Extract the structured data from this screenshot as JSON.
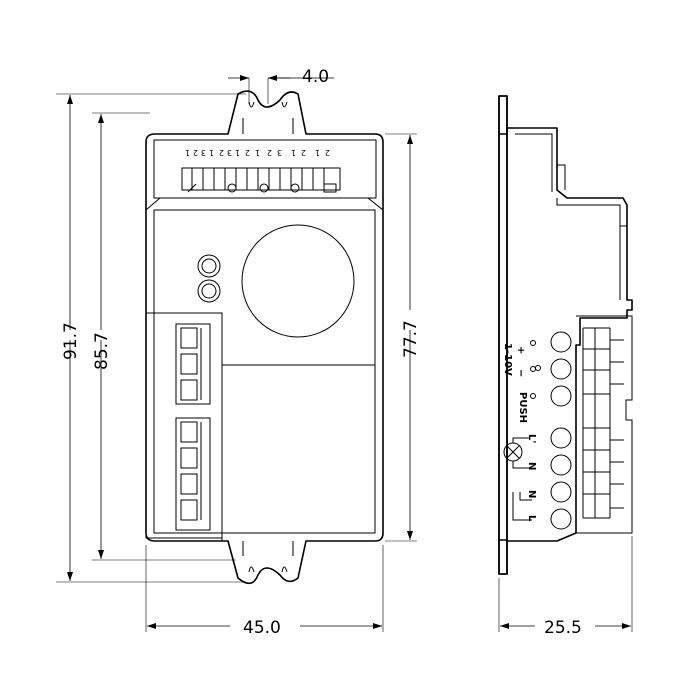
{
  "dimensions": {
    "tab_width": "4.0",
    "overall_height": "91.7",
    "body_height": "85.7",
    "terminal_height": "77.7",
    "width": "45.0",
    "depth": "25.5"
  },
  "dip_switch_numbers": [
    "1",
    "2",
    "3",
    "1",
    "2",
    "3",
    "1",
    "2",
    "1",
    "2",
    "3",
    "1",
    "2",
    "1",
    "2"
  ],
  "terminal_labels": {
    "plus": "+",
    "minus": "−",
    "dim": "1-10V",
    "push": "PUSH",
    "l_prime": "L'",
    "n1": "N",
    "n2": "N",
    "l": "L"
  }
}
